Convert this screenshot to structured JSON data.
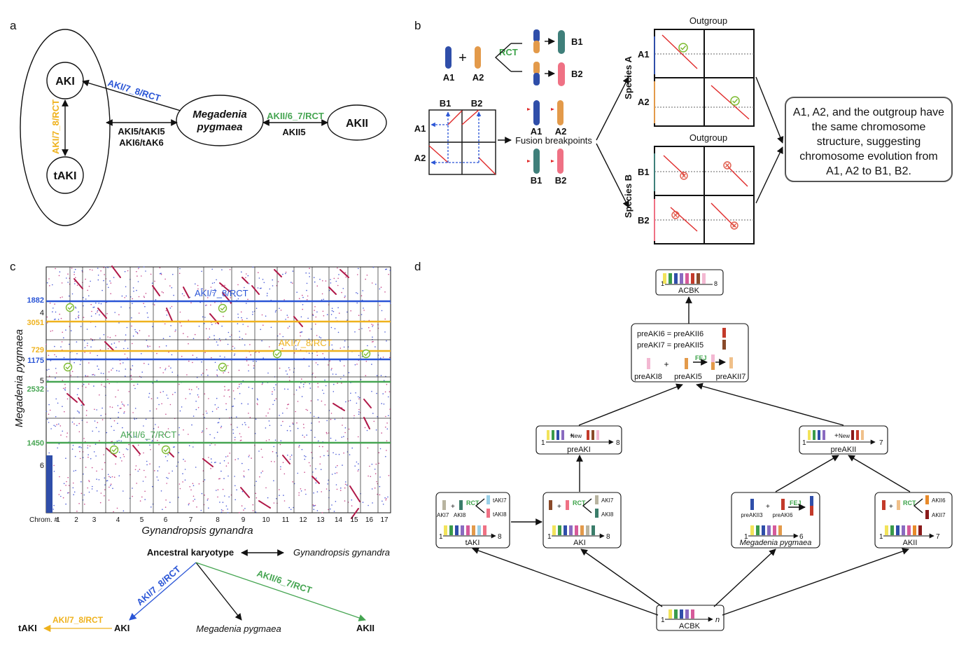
{
  "colors": {
    "blue": "#2f4ea9",
    "orange": "#e39a4a",
    "teal": "#3f7f7a",
    "pink": "#ef7184",
    "rct_green": "#3da34a",
    "label_blue": "#2a55d6",
    "label_orange": "#efb21d",
    "label_green": "#46a552",
    "red": "#e02a2a"
  },
  "panel_labels": {
    "a": "a",
    "b": "b",
    "c": "c",
    "d": "d"
  },
  "panel_a": {
    "aki": "AKI",
    "taki": "tAKI",
    "megadenia_1": "Megadenia",
    "megadenia_2": "pygmaea",
    "akii": "AKII",
    "edge_aki_meg": "AKI/7_8/RCT",
    "edge_aki_taki": "AKI/7_8/RCT",
    "edge_meg_akii": "AKII/6_7/RCT",
    "shared_1": "AKI5/tAKI5",
    "shared_2": "AKI6/tAK6",
    "shared_3": "AKII5"
  },
  "panel_b": {
    "a1": "A1",
    "a2": "A2",
    "plus": "+",
    "rct": "RCT",
    "b1": "B1",
    "b2": "B2",
    "fusion": "Fusion breakpoints",
    "outgroup": "Outgroup",
    "species_a": "Species A",
    "species_b": "Species B",
    "conclusion": [
      "A1, A2, and the outgroup have",
      "the same chromosome",
      "structure, suggesting",
      "chromosome evolution from",
      "A1, A2 to B1, B2."
    ]
  },
  "panel_c": {
    "y_title": "Megadenia pygmaea",
    "x_title": "Gynandropsis gynandra",
    "chrom_label": "Chrom. #",
    "x_ticks": [
      "1",
      "2",
      "3",
      "4",
      "5",
      "6",
      "7",
      "8",
      "9",
      "10",
      "11",
      "12",
      "13",
      "14",
      "15",
      "16",
      "17"
    ],
    "y_chrom": [
      "4",
      "5",
      "6"
    ],
    "y_positions": [
      {
        "label": "1882",
        "color": "#2a55d6"
      },
      {
        "label": "3051",
        "color": "#efb21d"
      },
      {
        "label": "729",
        "color": "#efb21d"
      },
      {
        "label": "1175",
        "color": "#2a55d6"
      },
      {
        "label": "2532",
        "color": "#46a552"
      },
      {
        "label": "1450",
        "color": "#46a552"
      }
    ],
    "annot_1": "AKI/7_8/RCT",
    "annot_2": "AKI/7_8/RCT",
    "annot_3": "AKII/6_7/RCT",
    "tree_root": "Ancestral karyotype",
    "tree_gyn": "Gynandropsis gynandra",
    "tree_meg": "Megadenia pygmaea",
    "tree_taki": "tAKI",
    "tree_aki": "AKI",
    "tree_akii": "AKII",
    "tree_e1": "AKI/7_8/RCT",
    "tree_e2": "AKII/6_7/RCT",
    "tree_e3": "AKI/7_8/RCT"
  },
  "panel_d": {
    "acbk_top": "ACBK",
    "one": "1",
    "eight": "8",
    "seven": "7",
    "six": "6",
    "n": "n",
    "pre_eq1": "preAKI6 = preAKII6",
    "pre_eq2": "preAKI7 = preAKII5",
    "preaki8": "preAKI8",
    "preaki5": "preAKI5",
    "preakii7": "preAKII7",
    "fej": "FEJ",
    "plus": "+",
    "preaki": "preAKI",
    "preakii": "preAKII",
    "new": "New",
    "taki": "tAKI",
    "aki": "AKI",
    "meg": "Megadenia pygmaea",
    "akii": "AKII",
    "acbk_bottom": "ACBK",
    "rct": "RCT",
    "taki_l1": "AKI7",
    "taki_l2": "AKI8",
    "taki_r1": "tAKI7",
    "taki_r2": "tAKI8",
    "aki_r1": "AKI7",
    "aki_r2": "AKI8",
    "meg_l1": "preAKII3",
    "meg_l2": "preAKI6",
    "akii_r1": "AKII6",
    "akii_r2": "AKII7"
  }
}
